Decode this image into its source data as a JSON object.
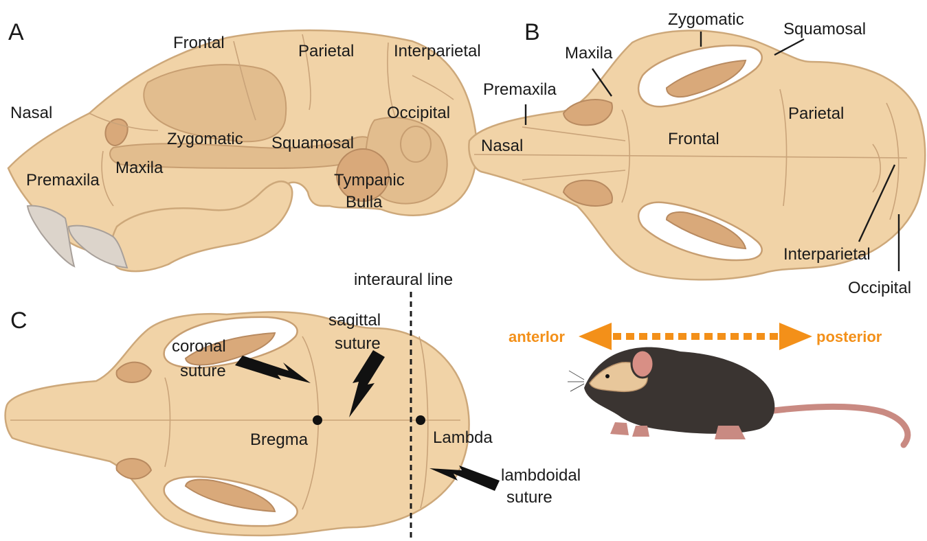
{
  "panels": {
    "a": {
      "letter": "A",
      "labels": {
        "frontal": "Frontal",
        "parietal": "Parietal",
        "interparietal": "Interparietal",
        "nasal": "Nasal",
        "occipital": "Occipital",
        "zygomatic": "Zygomatic",
        "squamosal": "Squamosal",
        "maxila": "Maxila",
        "premaxila": "Premaxila",
        "tympanic_line1": "Tympanic",
        "tympanic_line2": "Bulla"
      }
    },
    "b": {
      "letter": "B",
      "labels": {
        "zygomatic": "Zygomatic",
        "squamosal": "Squamosal",
        "maxila": "Maxila",
        "premaxila": "Premaxila",
        "parietal": "Parietal",
        "frontal": "Frontal",
        "nasal": "Nasal",
        "interparietal": "Interparietal",
        "occipital": "Occipital"
      }
    },
    "c": {
      "letter": "C",
      "labels": {
        "interaural_line": "interaural line",
        "coronal_line1": "coronal",
        "coronal_line2": "suture",
        "sagittal_line1": "sagittal",
        "sagittal_line2": "suture",
        "bregma": "Bregma",
        "lambda": "Lambda",
        "lambdoidal_line1": "lambdoidal",
        "lambdoidal_line2": "suture"
      }
    }
  },
  "orientation": {
    "anterior": "anterlor",
    "posterior": "posterior",
    "color": "#f39019"
  },
  "colors": {
    "bone": "#f1d3a7",
    "bone_shadow": "#e2bd8e",
    "mouse_fur": "#3a3431",
    "mouse_tail": "#c98a82"
  }
}
